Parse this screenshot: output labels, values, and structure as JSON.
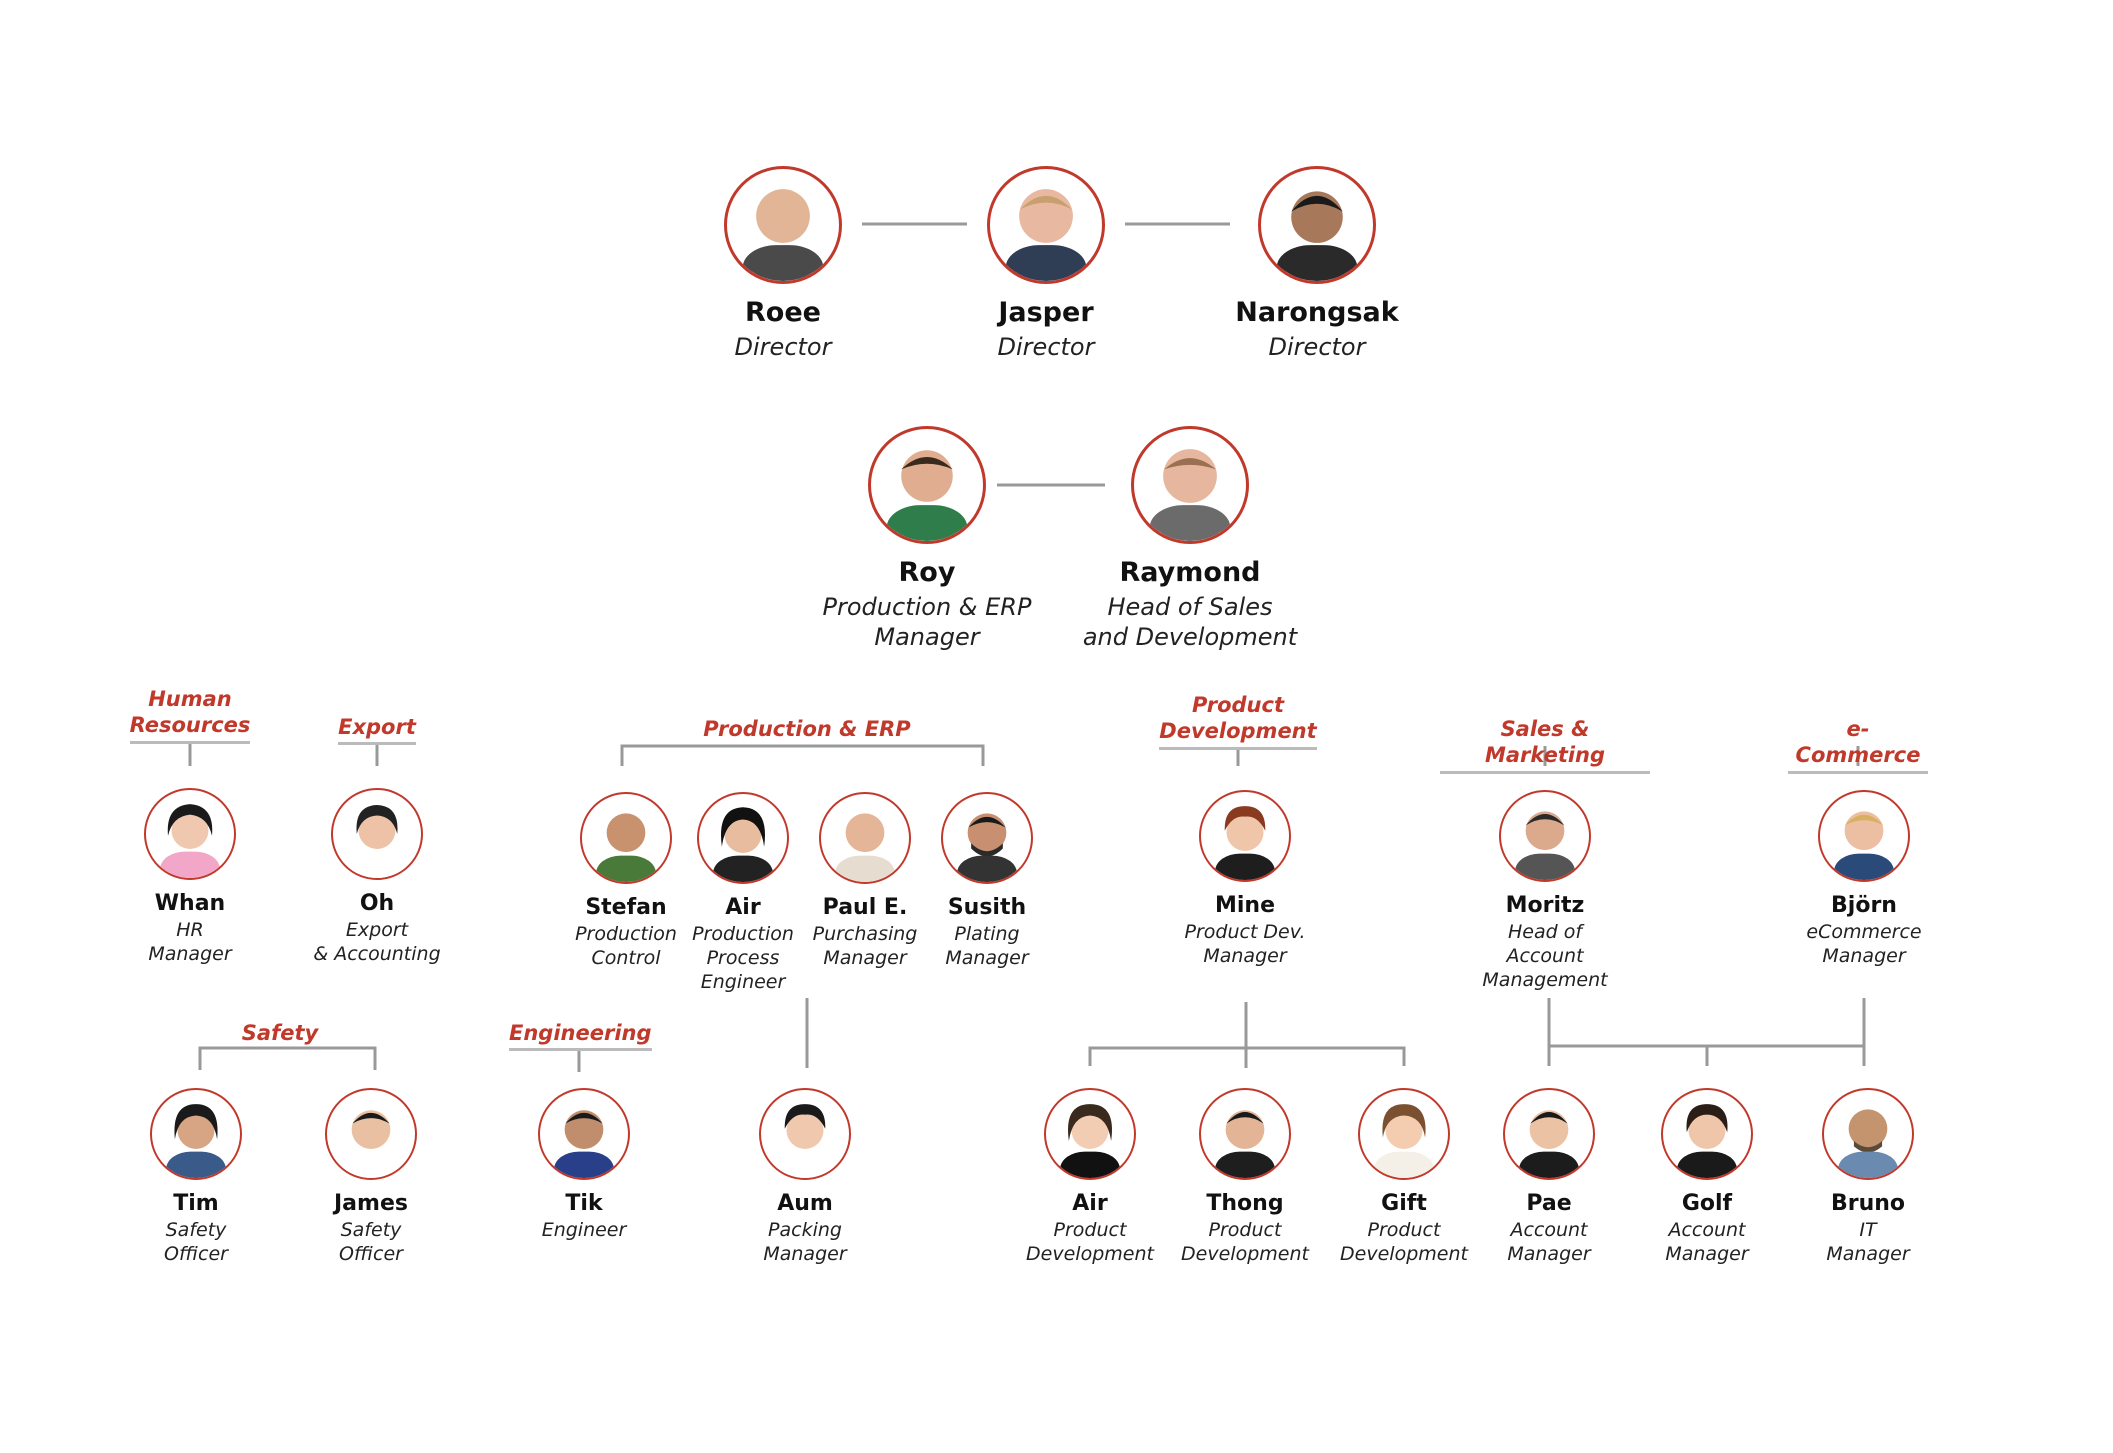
{
  "colors": {
    "accent": "#c0392b",
    "line": "#999999",
    "underline": "#bbbbbb"
  },
  "directors": [
    {
      "name": "Roee",
      "role": "Director"
    },
    {
      "name": "Jasper",
      "role": "Director"
    },
    {
      "name": "Narongsak",
      "role": "Director"
    }
  ],
  "managers": [
    {
      "name": "Roy",
      "role": "Production & ERP\nManager"
    },
    {
      "name": "Raymond",
      "role": "Head of Sales\nand Development"
    }
  ],
  "departments": {
    "human_resources": "Human\nResources",
    "export": "Export",
    "production_erp": "Production & ERP",
    "product_development": "Product\nDevelopment",
    "sales_marketing": "Sales & Marketing",
    "ecommerce": "e-Commerce",
    "safety": "Safety",
    "engineering": "Engineering"
  },
  "staff": {
    "whan": {
      "name": "Whan",
      "role": "HR\nManager"
    },
    "oh": {
      "name": "Oh",
      "role": "Export\n& Accounting"
    },
    "stefan": {
      "name": "Stefan",
      "role": "Production\nControl"
    },
    "air1": {
      "name": "Air",
      "role": "Production\nProcess\nEngineer"
    },
    "paul": {
      "name": "Paul E.",
      "role": "Purchasing\nManager"
    },
    "susith": {
      "name": "Susith",
      "role": "Plating\nManager"
    },
    "mine": {
      "name": "Mine",
      "role": "Product Dev.\nManager"
    },
    "moritz": {
      "name": "Moritz",
      "role": "Head of\nAccount Management"
    },
    "bjorn": {
      "name": "Björn",
      "role": "eCommerce\nManager"
    },
    "tim": {
      "name": "Tim",
      "role": "Safety\nOfficer"
    },
    "james": {
      "name": "James",
      "role": "Safety\nOfficer"
    },
    "tik": {
      "name": "Tik",
      "role": "Engineer"
    },
    "aum": {
      "name": "Aum",
      "role": "Packing\nManager"
    },
    "air2": {
      "name": "Air",
      "role": "Product\nDevelopment"
    },
    "thong": {
      "name": "Thong",
      "role": "Product\nDevelopment"
    },
    "gift": {
      "name": "Gift",
      "role": "Product\nDevelopment"
    },
    "pae": {
      "name": "Pae",
      "role": "Account\nManager"
    },
    "golf": {
      "name": "Golf",
      "role": "Account\nManager"
    },
    "bruno": {
      "name": "Bruno",
      "role": "IT\nManager"
    }
  }
}
